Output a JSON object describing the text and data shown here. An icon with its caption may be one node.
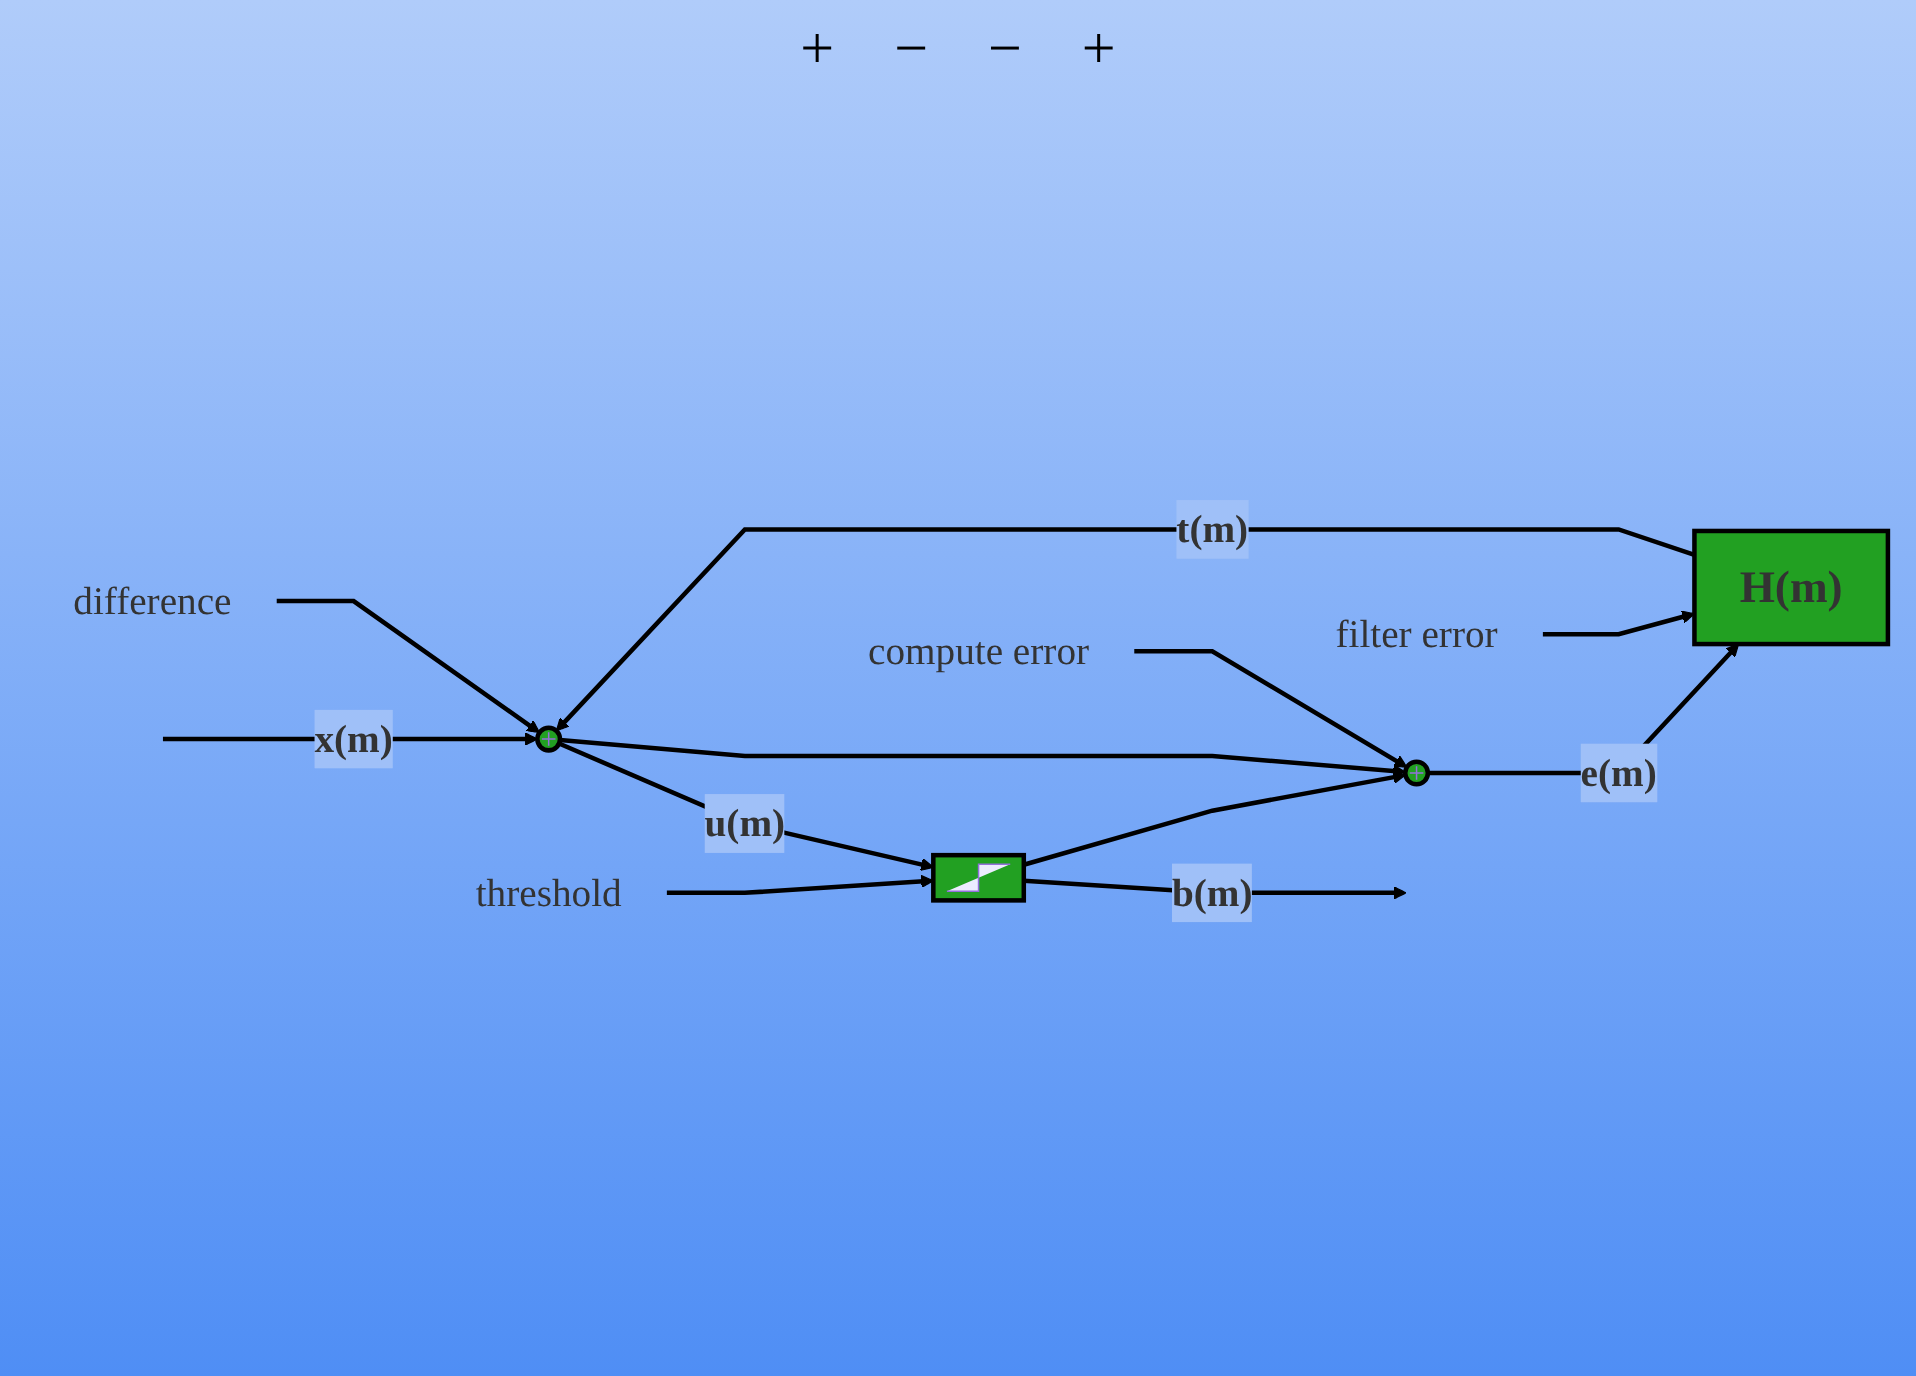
{
  "diagram": {
    "nodes": [
      {
        "text": [
          "difference"
        ]
      },
      {
        "text": [],
        "shape": "circle"
      },
      {
        "text": [
          "threshold"
        ]
      },
      {
        "text": [],
        "shape": "box"
      },
      {
        "text": [],
        "shape": "circle"
      },
      {
        "text": [
          "H(m)"
        ]
      },
      {
        "text": [
          "filter error"
        ]
      },
      {
        "text": [
          "compute error"
        ]
      }
    ],
    "edges": [
      {
        "from": null,
        "to": 1,
        "arrow": "to",
        "label": "x(m)"
      },
      {
        "from": 0,
        "to": 1,
        "arrow": "to"
      },
      {
        "from": 1,
        "to": 3,
        "arrow": "to",
        "label": "u(m)"
      },
      {
        "from": 2,
        "to": 3,
        "arrow": "to"
      },
      {
        "from": 3,
        "to": null,
        "arrow": "to",
        "label": "b(m)"
      },
      {
        "from": 1,
        "to": 4,
        "arrow": "to"
      },
      {
        "from": 3,
        "to": 4,
        "arrow": "to"
      },
      {
        "from": 4,
        "to": 5,
        "arrow": "to",
        "label": "e(m)"
      },
      {
        "from": 7,
        "to": 4,
        "arrow": "to"
      },
      {
        "from": 5,
        "to": 1,
        "arrow": "to",
        "label": "t(m)"
      },
      {
        "from": 6,
        "to": 5,
        "arrow": "to"
      }
    ],
    "labels": [
      "+",
      "−",
      "−",
      "+"
    ]
  }
}
